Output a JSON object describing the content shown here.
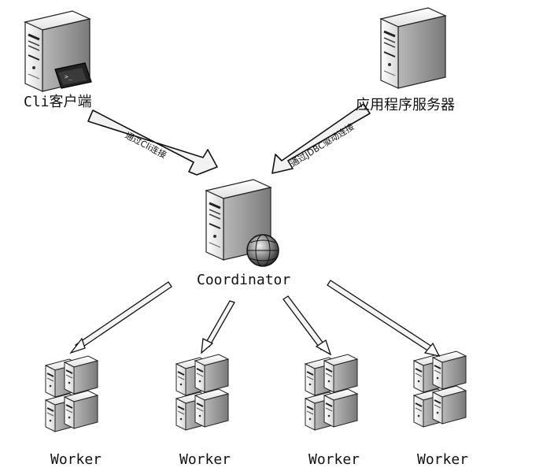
{
  "nodes": {
    "cli_client": {
      "label": "Cli客户端"
    },
    "app_server": {
      "label": "应用程序服务器"
    },
    "coordinator": {
      "label": "Coordinator"
    },
    "workers": [
      {
        "label": "Worker"
      },
      {
        "label": "Worker"
      },
      {
        "label": "Worker"
      },
      {
        "label": "Worker"
      }
    ]
  },
  "edges": {
    "cli_to_coordinator": {
      "label": "通过Cli连接"
    },
    "app_to_coordinator": {
      "label": "通过JDBC驱动连接"
    }
  },
  "colors": {
    "ink": "#111111",
    "server_light": "#f4f4f4",
    "server_mid": "#cfcfcf",
    "server_dark": "#8a8a8a"
  },
  "icons": [
    "server-icon",
    "terminal-icon",
    "globe-icon",
    "server-rack-icon"
  ]
}
